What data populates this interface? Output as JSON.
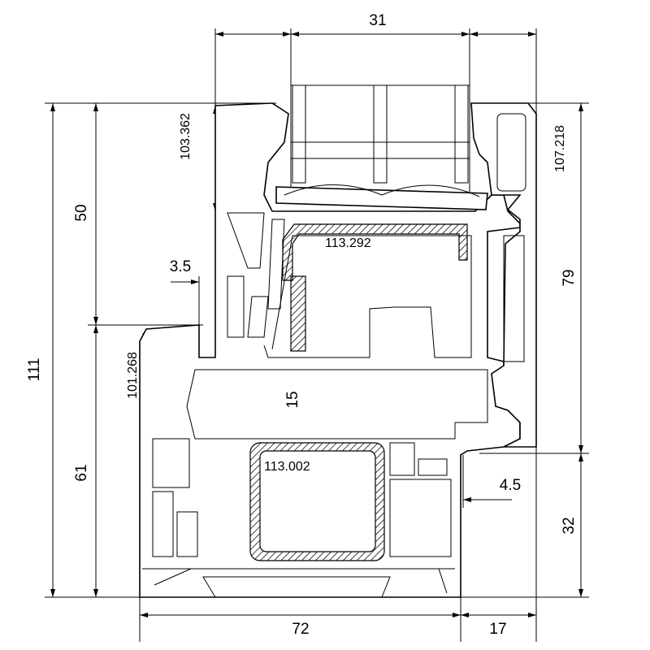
{
  "drawing": {
    "dimensions": {
      "top_width": "31",
      "sash_height_left": "103.362",
      "frame_height_right": "107.218",
      "upper_left": "50",
      "reinforcement_upper": "113.292",
      "right_upper": "79",
      "small_gap": "3.5",
      "total_height": "111",
      "frame_height_left": "101.268",
      "inner_gap": "15",
      "reinforcement_lower": "113.002",
      "lower_left": "61",
      "overlap": "4.5",
      "right_lower": "32",
      "frame_width": "72",
      "sash_overlap_width": "17"
    }
  }
}
